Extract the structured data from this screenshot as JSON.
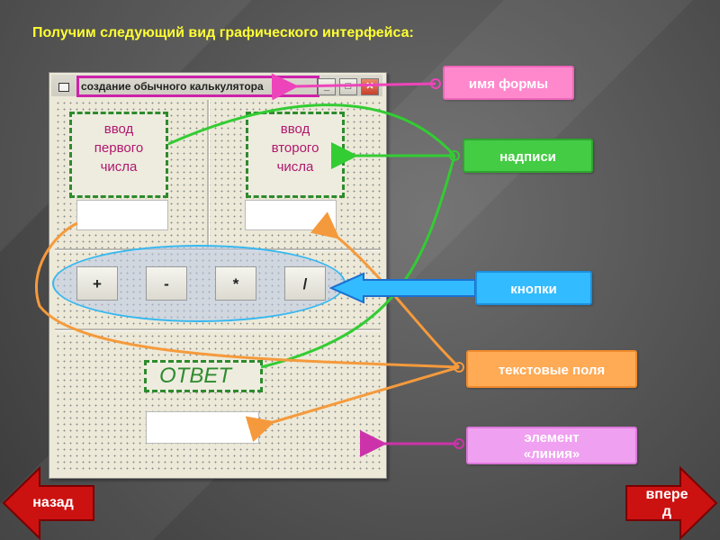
{
  "slide": {
    "title": "Получим следующий вид графического интерфейса:"
  },
  "form": {
    "caption": "создание обычного калькулятора",
    "window_buttons": {
      "minimize": "_",
      "maximize": "□",
      "close": "✕"
    },
    "label_first": [
      "ввод",
      "первого",
      "числа"
    ],
    "label_second": [
      "ввод",
      "второго",
      "числа"
    ],
    "buttons": [
      "+",
      "-",
      "*",
      "/"
    ],
    "answer_label": "ОТВЕТ"
  },
  "callouts": {
    "form_name": "имя формы",
    "labels": "надписи",
    "buttons": "кнопки",
    "text_fields": "текстовые поля",
    "line_element": [
      "элемент",
      "«линия»"
    ]
  },
  "nav": {
    "back": "назад",
    "forward": [
      "впере",
      "д"
    ]
  },
  "colors": {
    "title": "#ffff33",
    "form_name": "#ff88cc",
    "labels": "#44cc44",
    "buttons": "#33bbff",
    "text_fields": "#ffaa55",
    "line_element": "#f0a0f0",
    "nav": "#cc1111"
  }
}
